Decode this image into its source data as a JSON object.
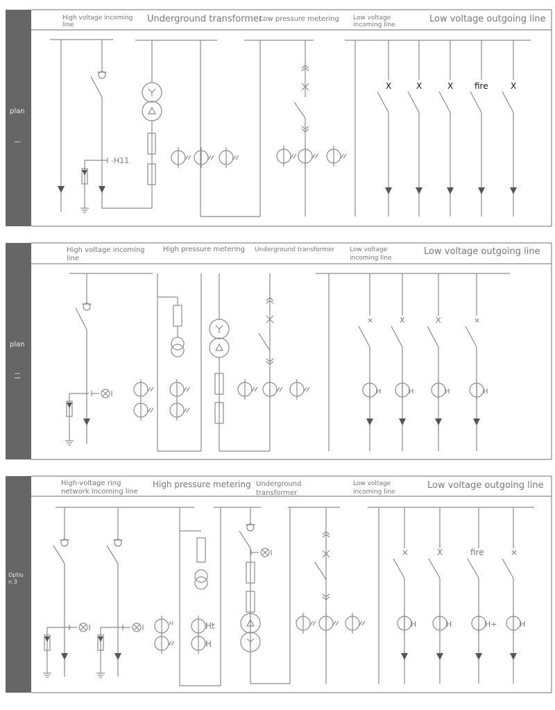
{
  "panels": [
    {
      "side_label": "plan",
      "side_mark": "—",
      "headers": [
        "High voltage incoming",
        "line",
        "Underground transformer",
        "Low pressure metering",
        "Low voltage",
        "incoming line",
        "Low voltage outgoing line"
      ],
      "labels": {
        "h11": "-H11",
        "outgoing": [
          "X",
          "X",
          "X",
          "fire",
          "X"
        ]
      }
    },
    {
      "side_label": "plan",
      "side_mark": "二",
      "headers": [
        "High voltage incoming",
        "line",
        "High pressure metering",
        "Underground transformer",
        "Low voltage",
        "incoming line",
        "Low voltage outgoing line"
      ],
      "labels": {
        "outgoing": [
          "×",
          "X",
          "X",
          "×"
        ],
        "ct": [
          "H",
          "H",
          "H",
          "H"
        ]
      }
    },
    {
      "side_label": "Optio",
      "side_label2": "n 3",
      "headers": [
        "High-voltage ring",
        "network incoming line",
        "High pressure metering",
        "Underground",
        "transformer",
        "Low voltage",
        "incoming line",
        "Low voltage outgoing line"
      ],
      "labels": {
        "outgoing": [
          "×",
          "X",
          "fire",
          "×"
        ],
        "ct": [
          "H",
          "H",
          "H+",
          "H"
        ],
        "hp": [
          "H",
          "Ht",
          "H"
        ]
      }
    }
  ],
  "colors": {
    "sidebar": "#666666",
    "line": "#8a8a8a"
  }
}
